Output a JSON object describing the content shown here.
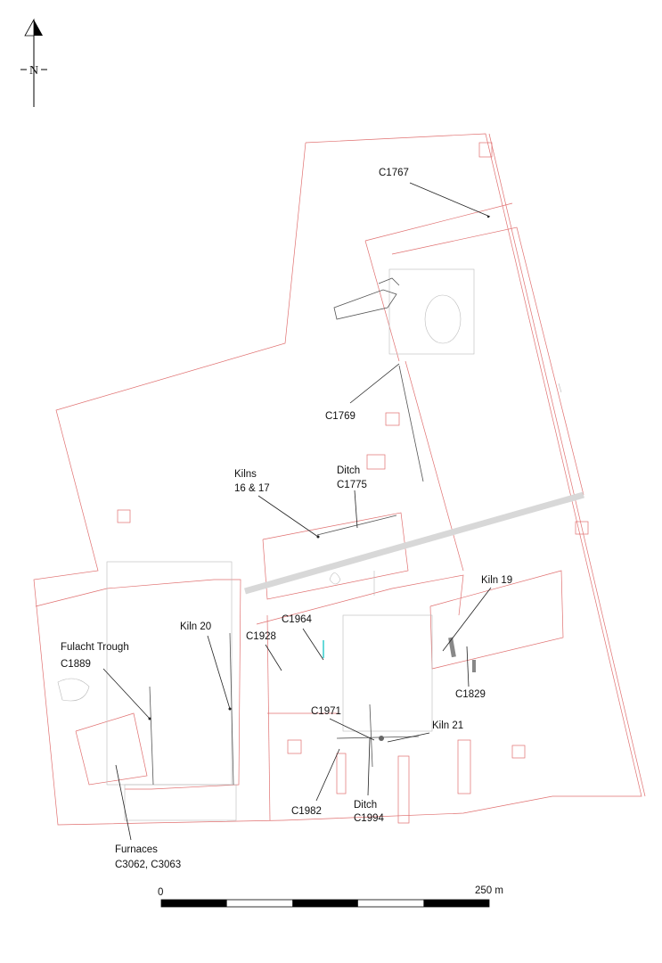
{
  "north_arrow": {
    "letter": "N"
  },
  "labels": {
    "c1767": "C1767",
    "c1769": "C1769",
    "kilns_16_17": [
      "Kilns",
      "16 & 17"
    ],
    "ditch_c1775": [
      "Ditch",
      "C1775"
    ],
    "kiln_19": "Kiln 19",
    "c1964": "C1964",
    "c1928": "C1928",
    "kiln_20": "Kiln 20",
    "fulacht_trough": [
      "Fulacht Trough",
      "C1889"
    ],
    "c1829": "C1829",
    "c1971": "C1971",
    "kiln_21": "Kiln 21",
    "c1982": "C1982",
    "ditch_c1994": [
      "Ditch",
      "C1994"
    ],
    "furnaces": [
      "Furnaces",
      "C3062, C3063"
    ]
  },
  "scale_bar": {
    "start_label": "0",
    "end_label": "250 m",
    "segments": 5
  },
  "colors": {
    "boundary": "#e07070",
    "road": "#d8d8d8",
    "feature": "#bbbbbb",
    "highlight": "#33cccc"
  }
}
